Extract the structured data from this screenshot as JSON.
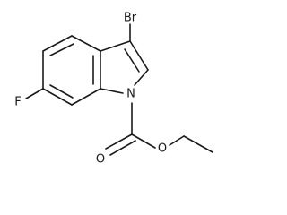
{
  "molecule": {
    "atoms": {
      "bromine": "Br",
      "fluorine": "F",
      "nitrogen": "N",
      "carbonyl_oxygen": "O",
      "ester_oxygen": "O"
    },
    "colors": {
      "ink": "#1a1a1a",
      "background": "#ffffff"
    }
  }
}
